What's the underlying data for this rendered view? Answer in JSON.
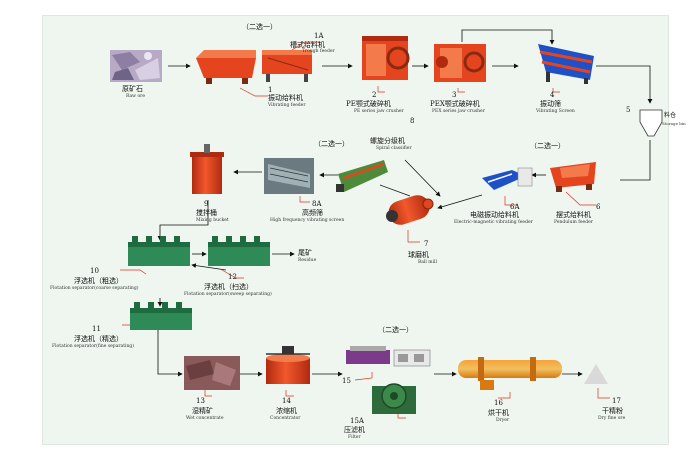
{
  "colors": {
    "background": "#eef6ef",
    "machine_red": "#e4451f",
    "machine_dark": "#b02a10",
    "arrow": "#111111",
    "callout": "#e0301e",
    "flotation_green": "#2e8b57"
  },
  "select_one": "（二选一）",
  "nodes": [
    {
      "id": "ore",
      "num": "",
      "cn": "原矿石",
      "en": "Raw ore",
      "icon": "raw-ore-image"
    },
    {
      "id": "trough-feeder",
      "num": "1A",
      "cn": "槽式给料机",
      "en": "Trough feeder",
      "icon": "trough-feeder-image"
    },
    {
      "id": "vibrating-feeder",
      "num": "1",
      "cn": "振动给料机",
      "en": "Vibrating feeder",
      "icon": "vibrating-feeder-image"
    },
    {
      "id": "pe-crusher",
      "num": "2",
      "cn": "PE颚式破碎机",
      "en": "PE series jaw crusher",
      "icon": "jaw-crusher-image"
    },
    {
      "id": "pex-crusher",
      "num": "3",
      "cn": "PEX颚式破碎机",
      "en": "PEX series jaw crusher",
      "icon": "jaw-crusher-image"
    },
    {
      "id": "vibrating-screen",
      "num": "4",
      "cn": "振动筛",
      "en": "Vibrating Screen",
      "icon": "vibrating-screen-image"
    },
    {
      "id": "storage-bin",
      "num": "5",
      "cn": "料仓",
      "en": "Storage bin",
      "icon": "storage-bin-image"
    },
    {
      "id": "pendulum-feeder",
      "num": "6",
      "cn": "摆式给料机",
      "en": "Pendulum feeder",
      "icon": "pendulum-feeder-image"
    },
    {
      "id": "em-feeder",
      "num": "6A",
      "cn": "电磁振动给料机",
      "en": "Electric-magnetic vibrating feeder",
      "icon": "em-feeder-image"
    },
    {
      "id": "ball-mill",
      "num": "7",
      "cn": "球磨机",
      "en": "Ball mill",
      "icon": "ball-mill-image"
    },
    {
      "id": "spiral-classifier",
      "num": "8",
      "cn": "螺旋分级机",
      "en": "Spiral classifier",
      "icon": "spiral-classifier-image"
    },
    {
      "id": "hf-screen",
      "num": "8A",
      "cn": "高频筛",
      "en": "High frequency vibrating screen",
      "icon": "hf-screen-image"
    },
    {
      "id": "mixing-bucket",
      "num": "9",
      "cn": "搅拌桶",
      "en": "Mixing bucket",
      "icon": "mixing-bucket-image"
    },
    {
      "id": "flot-rough",
      "num": "10",
      "cn": "浮选机（粗选）",
      "en": "Flotation separator(coarse separating)",
      "icon": "flotation-image"
    },
    {
      "id": "flot-fine",
      "num": "11",
      "cn": "浮选机（精选）",
      "en": "Flotation separator(fine separating)",
      "icon": "flotation-image"
    },
    {
      "id": "flot-sweep",
      "num": "12",
      "cn": "浮选机（扫选）",
      "en": "Flotation separator(sweep separating)",
      "icon": "flotation-image"
    },
    {
      "id": "residue",
      "num": "",
      "cn": "尾矿",
      "en": "Residue",
      "icon": ""
    },
    {
      "id": "wet-conc",
      "num": "13",
      "cn": "湿精矿",
      "en": "Wet concentrate",
      "icon": "wet-concentrate-image"
    },
    {
      "id": "concentrator",
      "num": "14",
      "cn": "浓缩机",
      "en": "Concentrator",
      "icon": "concentrator-image"
    },
    {
      "id": "filter-15",
      "num": "15",
      "cn": "",
      "en": "",
      "icon": "filter-press-image"
    },
    {
      "id": "filter-15a",
      "num": "15A",
      "cn": "压滤机",
      "en": "Filter",
      "icon": "disc-filter-image"
    },
    {
      "id": "dryer",
      "num": "16",
      "cn": "烘干机",
      "en": "Dryer",
      "icon": "rotary-dryer-image"
    },
    {
      "id": "dry-fine",
      "num": "17",
      "cn": "干精粉",
      "en": "Dry fine ore",
      "icon": "dry-fine-ore-image"
    }
  ]
}
